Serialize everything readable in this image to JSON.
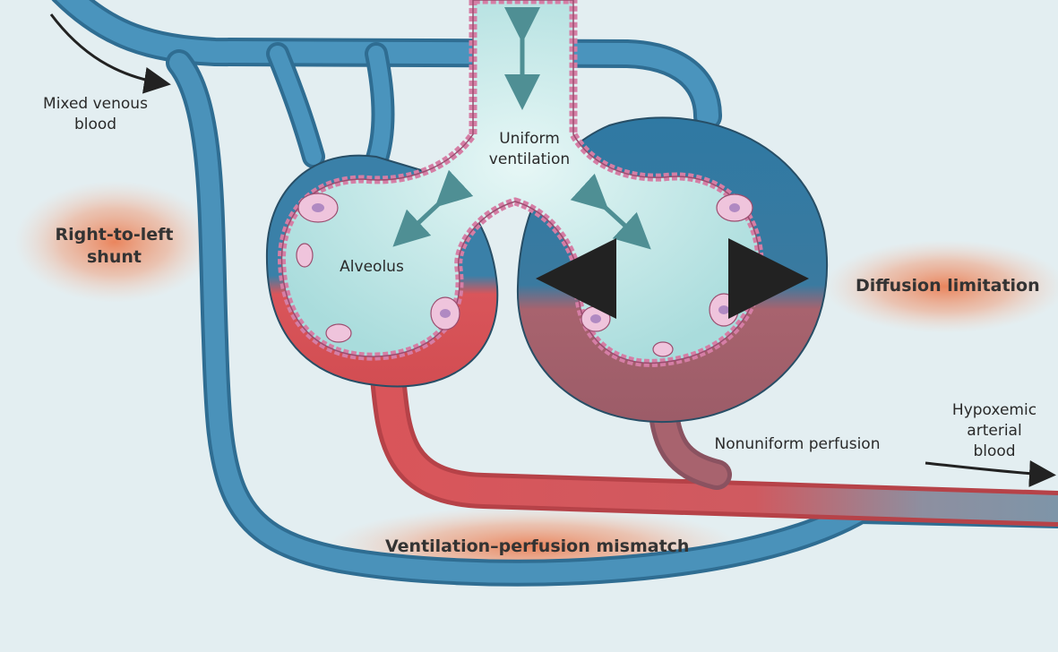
{
  "labels": {
    "mixed_venous": "Mixed venous\nblood",
    "uniform_ventilation": "Uniform\nventilation",
    "alveolus": "Alveolus",
    "right_to_left_shunt": "Right-to-left\nshunt",
    "diffusion_limitation": "Diffusion limitation",
    "nonuniform_perfusion": "Nonuniform perfusion",
    "hypoxemic_arterial": "Hypoxemic\narterial\nblood",
    "vq_mismatch": "Ventilation–perfusion mismatch"
  },
  "colors": {
    "background": "#e3eef1",
    "venous_blue": "#3f86ad",
    "arterial_red": "#d9555a",
    "mixed_mauve": "#a8636e",
    "airway_fill": "#c8ebe9",
    "epithelium_pink": "#e4a3c2",
    "glow_orange": "#ea7f55"
  }
}
